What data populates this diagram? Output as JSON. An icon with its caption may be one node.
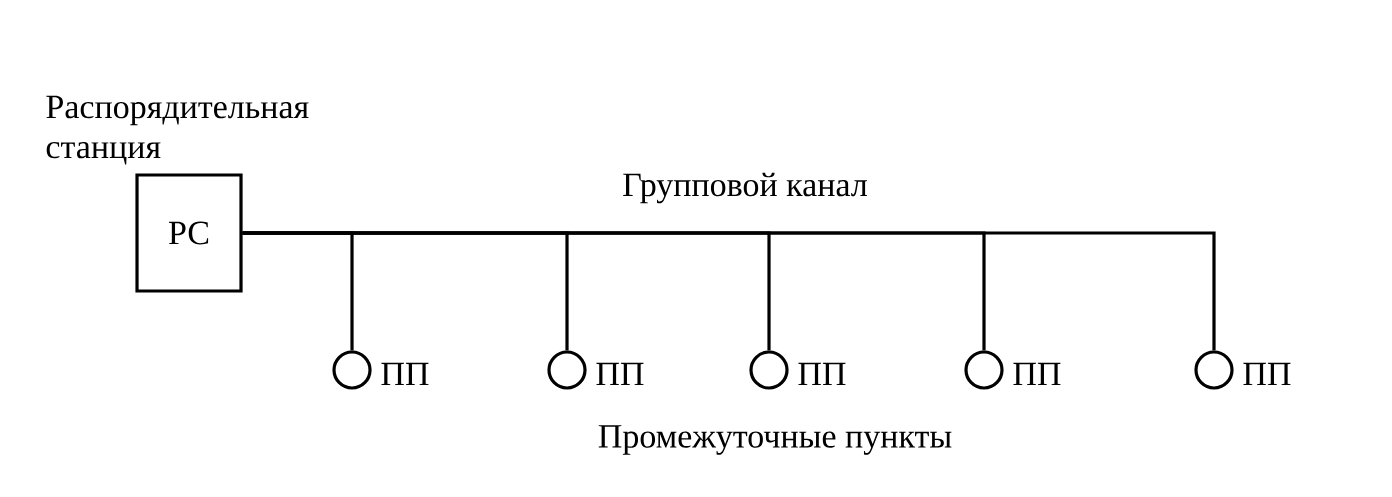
{
  "diagram": {
    "nodes": [
      {
        "text": [
          "Распорядительная станция",
          "РС"
        ]
      },
      {
        "text": [],
        "shape": "circle",
        "beside": [
          "ПП"
        ]
      },
      {
        "text": [],
        "shape": "circle",
        "beside": [
          "ПП"
        ]
      },
      {
        "text": [],
        "shape": "circle",
        "beside": [
          "ПП"
        ]
      },
      {
        "text": [],
        "shape": "circle",
        "beside": [
          "ПП"
        ]
      },
      {
        "text": [],
        "shape": "circle",
        "beside": [
          "ПП"
        ]
      }
    ],
    "edges": [
      {
        "from": 0,
        "to": 1,
        "arrow": "none"
      },
      {
        "from": 0,
        "to": 2,
        "arrow": "none"
      },
      {
        "from": 0,
        "to": 3,
        "arrow": "none"
      },
      {
        "from": 0,
        "to": 4,
        "arrow": "none"
      },
      {
        "from": 0,
        "to": 5,
        "arrow": "none"
      }
    ],
    "labels": [
      "Групповой канал",
      "Промежуточные пункты"
    ]
  }
}
